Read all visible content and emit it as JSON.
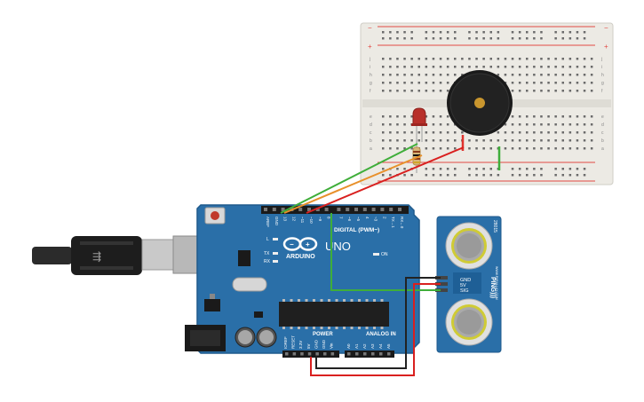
{
  "arduino": {
    "brand": "ARDUINO",
    "model": "UNO",
    "digital_label": "DIGITAL (PWM~)",
    "power_label": "POWER",
    "analog_label": "ANALOG IN",
    "on_label": "ON",
    "l_label": "L",
    "tx_label": "TX",
    "rx_label": "RX",
    "top_pins": [
      "AREF",
      "GND",
      "13",
      "12",
      "~11",
      "~10",
      "~9",
      "8",
      "7",
      "~6",
      "~5",
      "4",
      "~3",
      "2",
      "TX→1",
      "RX←0"
    ],
    "power_pins": [
      "IOREF",
      "RESET",
      "3.3V",
      "5V",
      "GND",
      "GND",
      "Vin"
    ],
    "analog_pins": [
      "A0",
      "A1",
      "A2",
      "A3",
      "A4",
      "A5"
    ]
  },
  "sensor": {
    "name": "PING)))",
    "pins": [
      "GND",
      "5V",
      "SIG"
    ],
    "side_text": "WWW.PARALLAX.COM",
    "corner_text": "28015"
  },
  "breadboard": {
    "row_letters_top": [
      "j",
      "i",
      "h",
      "g",
      "f"
    ],
    "row_letters_bottom": [
      "e",
      "d",
      "c",
      "b",
      "a"
    ],
    "rail_plus": "+",
    "rail_minus": "−"
  },
  "colors": {
    "board": "#2a6fa8",
    "board_dark": "#1f5a8c",
    "wire_green": "#3fae3a",
    "wire_orange": "#e8902a",
    "wire_red": "#d9201f",
    "wire_black": "#222222",
    "breadboard": "#eceae4",
    "rail_red": "#e24a44",
    "rail_blue": "#5a7fc0"
  }
}
